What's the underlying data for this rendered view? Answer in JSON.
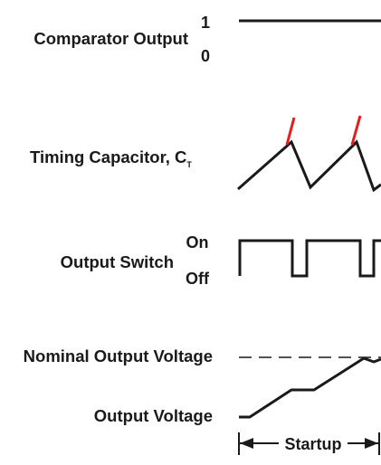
{
  "labels": {
    "comparator_output": "Comparator Output",
    "comparator_high": "1",
    "comparator_low": "0",
    "timing_capacitor": "Timing Capacitor, C",
    "timing_capacitor_subscript": "T",
    "output_switch": "Output Switch",
    "switch_on": "On",
    "switch_off": "Off",
    "nominal_output_voltage": "Nominal Output Voltage",
    "output_voltage": "Output Voltage",
    "startup": "Startup"
  },
  "colors": {
    "trace": "#1a1a1a",
    "capacitor_peak_highlight": "#e02020"
  }
}
